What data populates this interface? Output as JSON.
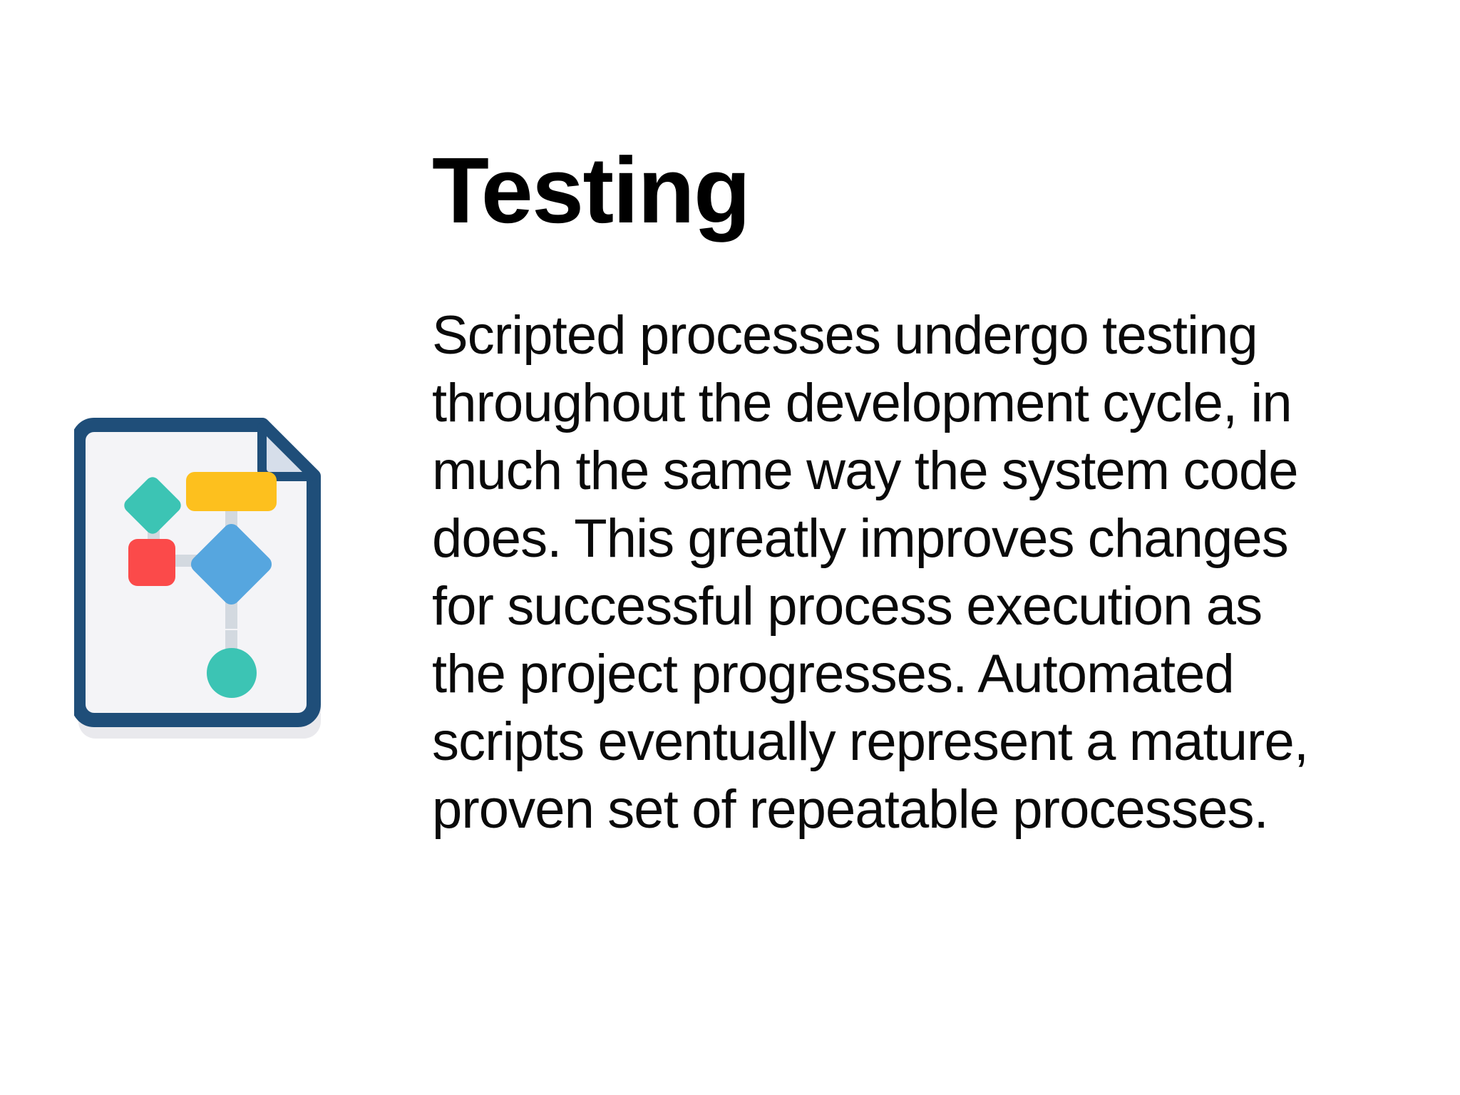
{
  "slide": {
    "background_color": "#ffffff",
    "title": "Testing",
    "body": "Scripted processes undergo testing throughout the development cycle, in much the same way the system code does. This greatly improves changes for successful process execution as the project progresses. Automated scripts eventually represent a mature, proven set of repeatable processes."
  },
  "icon": {
    "name": "process-flowchart-document-icon",
    "description": "Document page with folded top-right corner containing a flowchart of connected shapes",
    "colors": {
      "document_border": "#1F4E79",
      "document_fill": "#F4F4F7",
      "folded_corner_fill": "#D6DEEA",
      "shadow": "#E8E8EC",
      "connector": "#D3D9E0",
      "teal": "#3CC4B4",
      "yellow": "#FDC01E",
      "red": "#FB4A4A",
      "blue": "#56A6DF"
    },
    "nodes": [
      {
        "shape": "diamond",
        "label": "teal-diamond-node",
        "color": "#3CC4B4"
      },
      {
        "shape": "rectangle",
        "label": "yellow-rectangle-node",
        "color": "#FDC01E"
      },
      {
        "shape": "square",
        "label": "red-square-node",
        "color": "#FB4A4A"
      },
      {
        "shape": "diamond",
        "label": "blue-diamond-node",
        "color": "#56A6DF"
      },
      {
        "shape": "circle",
        "label": "teal-circle-node",
        "color": "#3CC4B4"
      }
    ],
    "connectors": [
      "teal-diamond-to-red-square",
      "yellow-rectangle-to-blue-diamond",
      "red-square-to-blue-diamond",
      "blue-diamond-to-teal-circle"
    ]
  }
}
